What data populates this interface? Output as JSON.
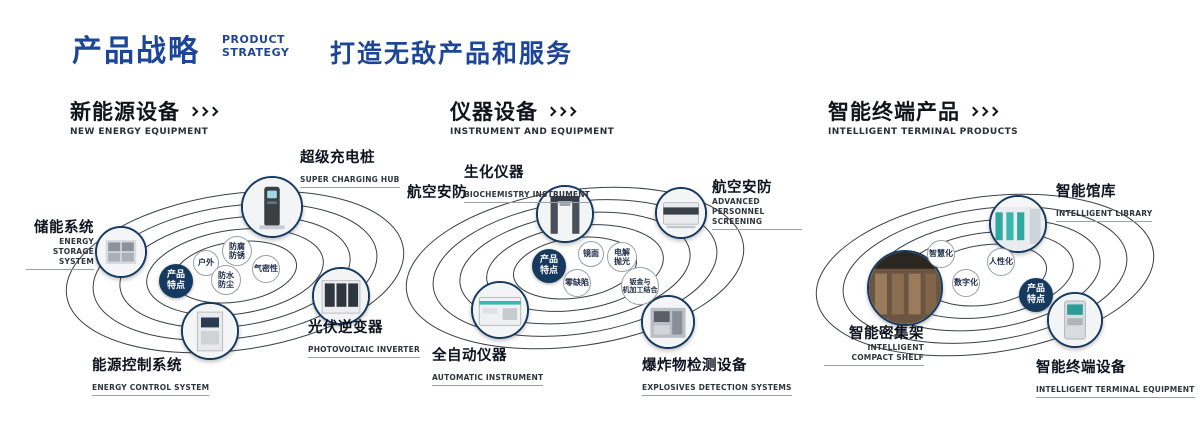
{
  "header": {
    "title": "产品战略",
    "subtitle_line1": "PRODUCT",
    "subtitle_line2": "STRATEGY",
    "slogan": "打造无敌产品和服务"
  },
  "center_badge": "产品\n特点",
  "sections": [
    {
      "title": "新能源设备",
      "subtitle": "NEW ENERGY EQUIPMENT",
      "features": [
        "防腐\n防锈",
        "户外",
        "气密性",
        "防水\n防尘"
      ],
      "nodes": [
        {
          "cn": "超级充电桩",
          "en": "SUPER CHARGING HUB"
        },
        {
          "cn": "储能系统",
          "en": "ENERGY STORAGE SYSTEM"
        },
        {
          "cn": "光伏逆变器",
          "en": "PHOTOVOLTAIC INVERTER"
        },
        {
          "cn": "能源控制系统",
          "en": "ENERGY CONTROL SYSTEM"
        }
      ]
    },
    {
      "title": "仪器设备",
      "subtitle": "INSTRUMENT AND EQUIPMENT",
      "extra_label": "航空安防",
      "features": [
        "镜面",
        "电解\n抛光",
        "零缺陷",
        "钣金与\n机加工结合"
      ],
      "nodes": [
        {
          "cn": "生化仪器",
          "en": "BIOCHEMISTRY INSTRUMENT"
        },
        {
          "cn": "航空安防",
          "en": "ADVANCED PERSONNEL SCREENING"
        },
        {
          "cn": "全自动仪器",
          "en": "AUTOMATIC INSTRUMENT"
        },
        {
          "cn": "爆炸物检测设备",
          "en": "EXPLOSIVES DETECTION SYSTEMS"
        }
      ]
    },
    {
      "title": "智能终端产品",
      "subtitle": "INTELLIGENT TERMINAL PRODUCTS",
      "features": [
        "智慧化",
        "人性化",
        "数字化"
      ],
      "nodes": [
        {
          "cn": "智能馆库",
          "en": "INTELLIGENT LIBRARY"
        },
        {
          "cn": "智能密集架",
          "en": "INTELLIGENT COMPACT SHELF"
        },
        {
          "cn": "智能终端设备",
          "en": "INTELLIGENT TERMINAL EQUIPMENT"
        }
      ]
    }
  ]
}
